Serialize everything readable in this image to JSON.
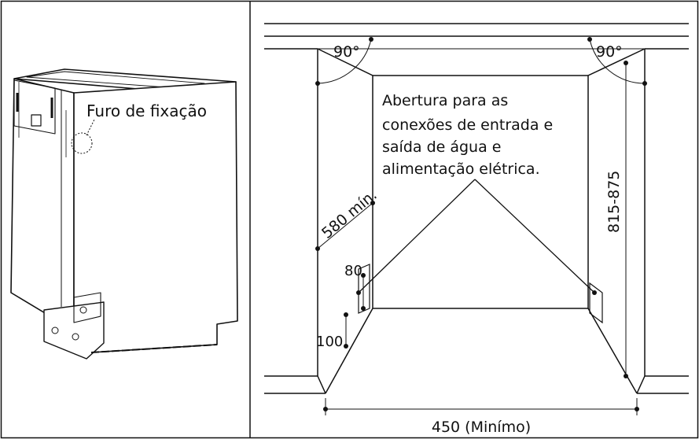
{
  "left_panel": {
    "fixing_hole_label": "Furo de fixação"
  },
  "right_panel": {
    "angle_left": "90°",
    "angle_right": "90°",
    "opening_note": [
      "Abertura para as",
      "conexões de entrada e",
      "saída de água e",
      "alimentação elétrica."
    ],
    "depth_label": "580 mín.",
    "height_label": "815-875",
    "dim_80": "80",
    "dim_100": "100",
    "width_label": "450 (Minímo)"
  },
  "colors": {
    "line": "#111111",
    "background": "#ffffff"
  }
}
